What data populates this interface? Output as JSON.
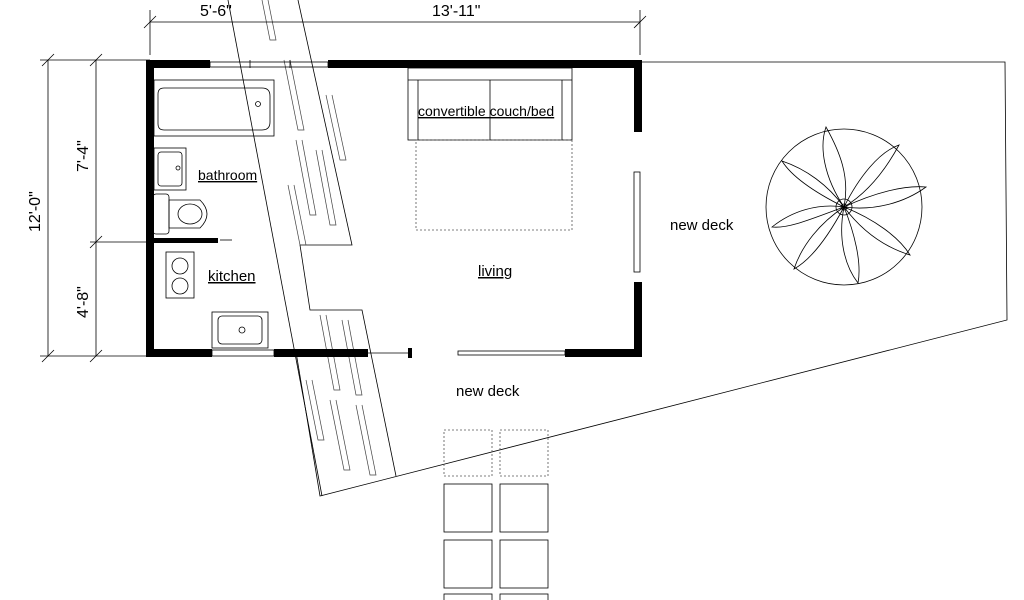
{
  "dimensions": {
    "top_left": "5'-6\"",
    "top_right": "13'-11\"",
    "left_total": "12'-0\"",
    "left_upper": "7'-4\"",
    "left_lower": "4'-8\""
  },
  "rooms": {
    "couch": "convertible couch/bed",
    "bathroom": "bathroom",
    "kitchen": "kitchen",
    "living": "living"
  },
  "deck": {
    "east_label": "new deck",
    "south_label": "new deck"
  },
  "icons": {
    "plant": "plant-icon",
    "toilet": "toilet-icon",
    "tub": "bathtub-icon",
    "sink": "sink-icon",
    "stove": "stove-icon"
  }
}
